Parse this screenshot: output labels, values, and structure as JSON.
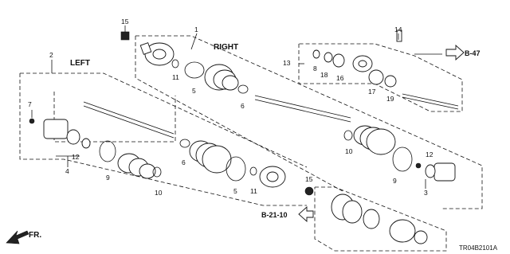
{
  "labels": {
    "left": "LEFT",
    "right": "RIGHT",
    "ref_b47": "B-47",
    "ref_b2110": "B-21-10",
    "front": "FR.",
    "diagram_code": "TR04B2101A"
  },
  "callouts": [
    "1",
    "2",
    "3",
    "4",
    "5",
    "5",
    "6",
    "6",
    "7",
    "8",
    "9",
    "9",
    "10",
    "10",
    "11",
    "11",
    "12",
    "12",
    "13",
    "14",
    "15",
    "15",
    "16",
    "17",
    "18",
    "19"
  ]
}
